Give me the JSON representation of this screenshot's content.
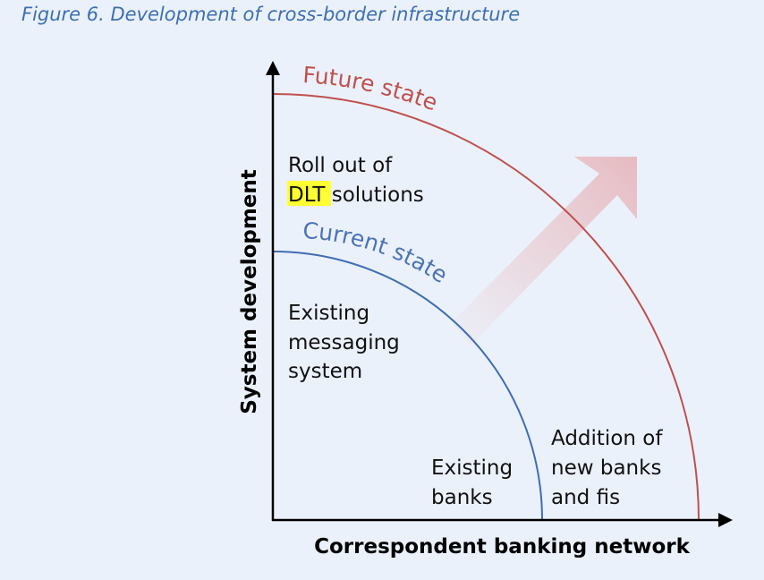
{
  "figure": {
    "title": "Figure 6. Development of cross-border infrastructure"
  },
  "axes": {
    "x_label": "Correspondent banking network",
    "y_label": "System development"
  },
  "arcs": {
    "future": {
      "label": "Future state",
      "color": "#c0504d"
    },
    "current": {
      "label": "Current state",
      "color": "#3f6db3"
    }
  },
  "regions": {
    "roll_out": {
      "line1": "Roll out of",
      "highlight": "DLT",
      "line2_rest": " solutions",
      "highlight_color": "#ffff33"
    },
    "existing_messaging": {
      "line1": "Existing",
      "line2": "messaging",
      "line3": "system"
    },
    "existing_banks": {
      "line1": "Existing",
      "line2": "banks"
    },
    "addition": {
      "line1": "Addition of",
      "line2": "new banks",
      "line3": "and fis"
    }
  },
  "growth_arrow": {
    "color": "#e8c4c8",
    "direction": "up-right"
  },
  "colors": {
    "background": "#ebf1fb",
    "title": "#3d6fb3",
    "axis": "#000000"
  }
}
